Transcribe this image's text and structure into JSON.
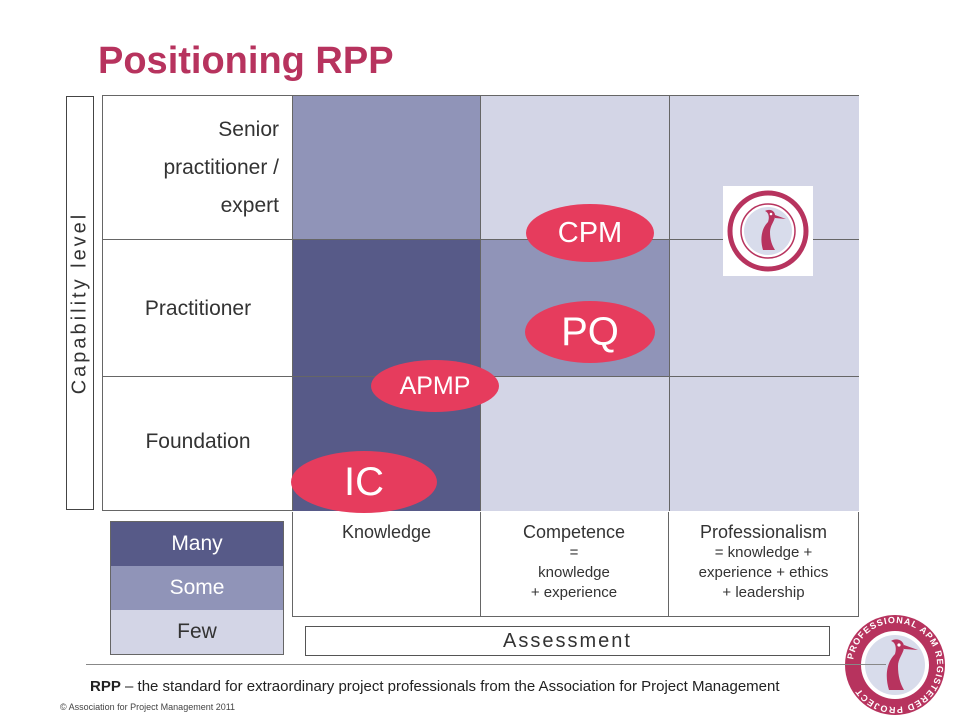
{
  "title": "Positioning RPP",
  "capability_label": "Capability level",
  "rows": [
    {
      "label": "Senior practitioner / expert"
    },
    {
      "label": "Practitioner"
    },
    {
      "label": "Foundation"
    }
  ],
  "columns": [
    {
      "label": "Knowledge",
      "sub": []
    },
    {
      "label": "Competence",
      "sub": [
        "=",
        "knowledge",
        "+ experience"
      ]
    },
    {
      "label": "Professionalism",
      "sub": [
        "= knowledge +",
        "experience + ethics",
        "+ leadership"
      ]
    }
  ],
  "cell_levels": [
    [
      "some",
      "few",
      "few"
    ],
    [
      "many",
      "some",
      "few"
    ],
    [
      "many",
      "few",
      "few"
    ]
  ],
  "ovals": {
    "cpm": "CPM",
    "pq": "PQ",
    "apmp": "APMP",
    "ic": "IC"
  },
  "legend": [
    {
      "label": "Many",
      "key": "many"
    },
    {
      "label": "Some",
      "key": "some"
    },
    {
      "label": "Few",
      "key": "few"
    }
  ],
  "colors": {
    "many": "#575a88",
    "some": "#9094b8",
    "few": "#d3d5e6",
    "accent": "#e63c5d",
    "title": "#b7335e",
    "logo": "#b7335e"
  },
  "assessment_label": "Assessment",
  "logo": {
    "ring_text": "PROFESSIONAL APM REGISTERED PROJECT",
    "icon": "heron-bird-icon"
  },
  "footer": {
    "lead": "RPP",
    "rest": " – the standard for extraordinary project professionals from the Association for Project Management"
  },
  "copyright": "© Association for Project Management 2011"
}
